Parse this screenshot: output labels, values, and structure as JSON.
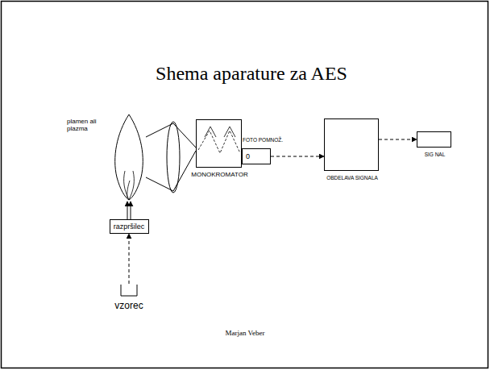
{
  "diagram": {
    "title": "Shema aparature za AES",
    "nodes": [
      {
        "text": [
          "plamen ali plazma"
        ]
      },
      {
        "text": [
          "razpršilec"
        ]
      },
      {
        "text": [
          "vzorec"
        ]
      },
      {
        "text": [
          "MONOKROMATOR"
        ]
      },
      {
        "text": [
          "FOTO POMNOŽ.",
          "0"
        ]
      },
      {
        "text": [
          "OBDELAVA SIGNALA"
        ]
      },
      {
        "text": [
          "SIG NAL"
        ]
      }
    ],
    "edges": [
      {
        "from": 2,
        "to": 1,
        "arrow": "to"
      },
      {
        "from": 1,
        "to": 0,
        "arrow": "to"
      },
      {
        "from": 0,
        "to": 3,
        "arrow": "none"
      },
      {
        "from": 4,
        "to": 5,
        "arrow": "to"
      },
      {
        "from": 5,
        "to": 6,
        "arrow": "to"
      }
    ],
    "labels": [
      "Marjan Veber"
    ]
  }
}
